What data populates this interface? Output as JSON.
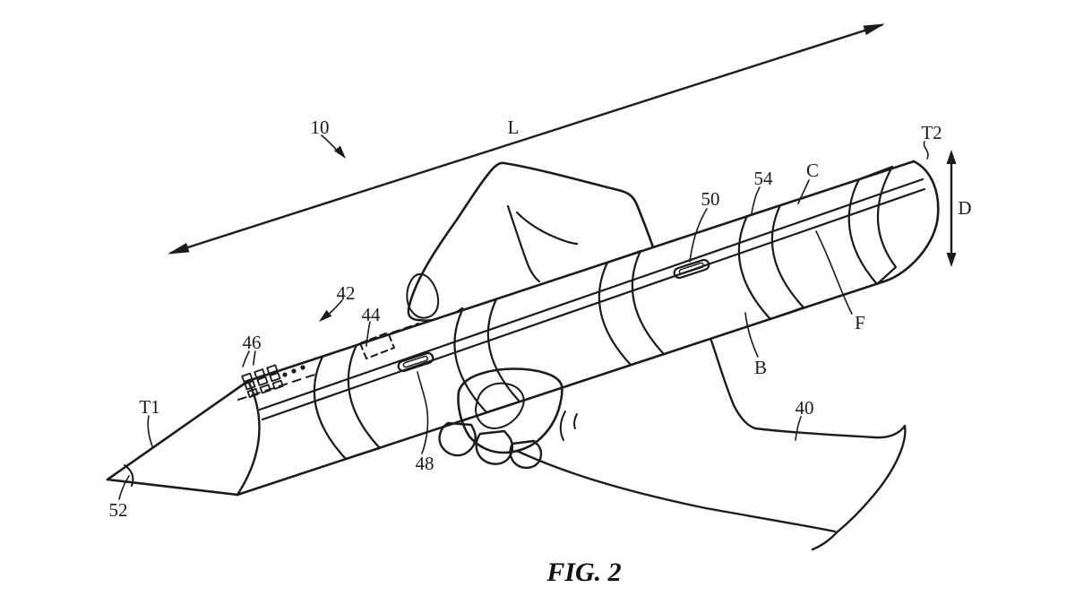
{
  "figure": {
    "caption": "FIG. 2",
    "labels": {
      "10": "10",
      "L": "L",
      "T2": "T2",
      "D": "D",
      "C": "C",
      "54": "54",
      "50": "50",
      "F": "F",
      "B": "B",
      "42": "42",
      "44": "44",
      "46": "46",
      "48": "48",
      "40": "40",
      "T1": "T1",
      "52": "52"
    },
    "colors": {
      "ink": "#1b1b1b",
      "background": "#ffffff"
    }
  }
}
